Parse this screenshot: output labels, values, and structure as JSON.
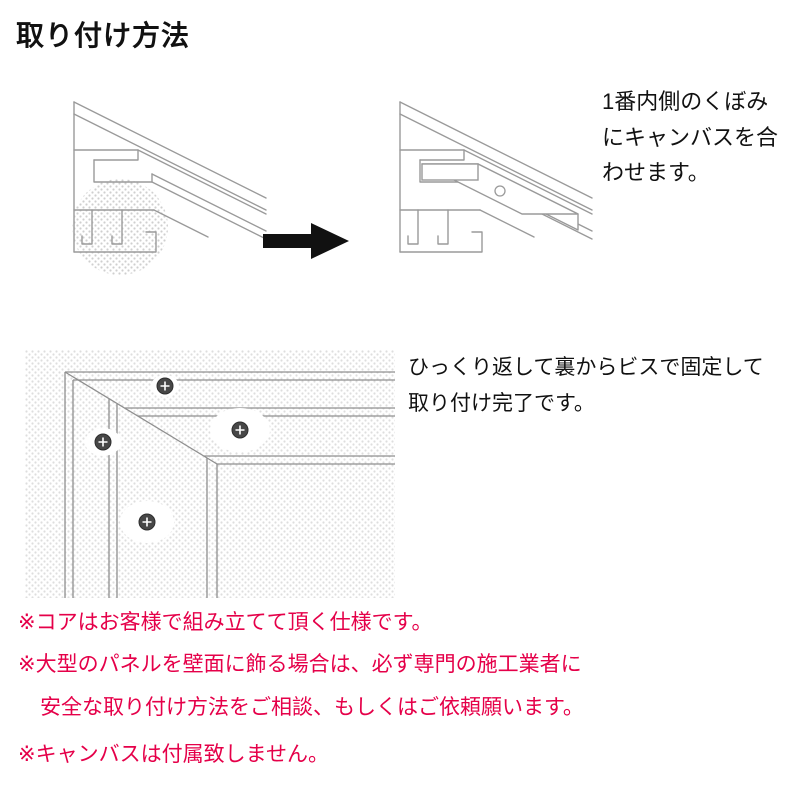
{
  "colors": {
    "note_red": "#e50049",
    "line_gray": "#9a9a9a"
  },
  "header": {
    "title": "取り付け方法"
  },
  "icons": {
    "arrow_right": "→",
    "screw": "⊕"
  },
  "steps": [
    {
      "name": "align-canvas-into-groove",
      "caption": "1番内側のくぼみ\nにキャンバスを合\nわせます。"
    },
    {
      "name": "fix-with-screws-from-back",
      "caption": "ひっくり返して裏からビスで固定して\n取り付け完了です。"
    }
  ],
  "notes": {
    "lines": [
      "※コアはお客様で組み立てて頂く仕様です。",
      "※大型のパネルを壁面に飾る場合は、必ず専門の施工業者に",
      "安全な取り付け方法をご相談、もしくはご依頼願います。",
      "※キャンバスは付属致しません。"
    ]
  }
}
